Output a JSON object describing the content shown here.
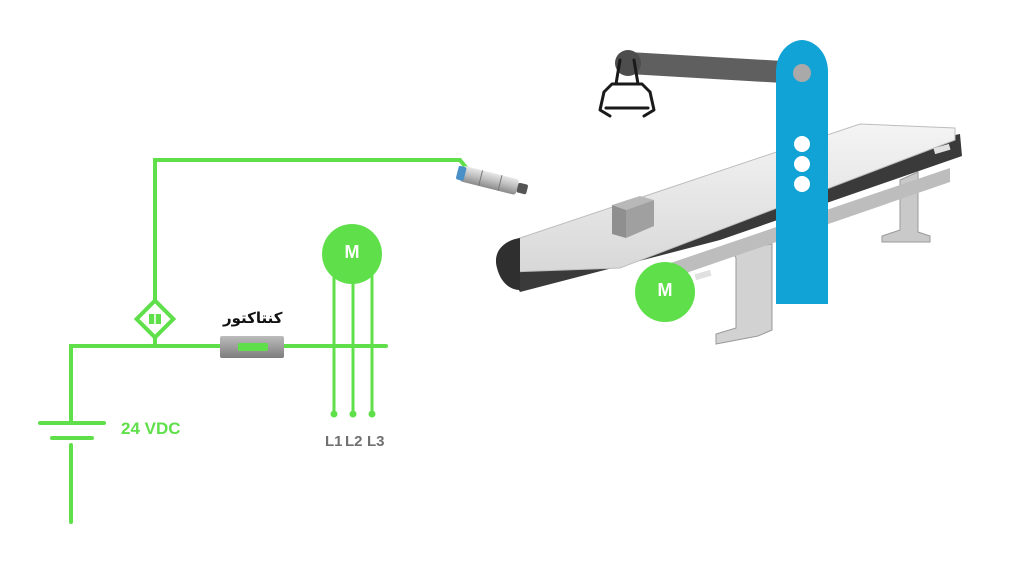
{
  "power_supply": {
    "voltage_label": "24 VDC"
  },
  "contactor": {
    "label": "کنتاکتور"
  },
  "phases": [
    "L1",
    "L2",
    "L3"
  ],
  "motor_label": "M",
  "conveyor_motor_label": "M",
  "colors": {
    "wire_green": "#5fe04a",
    "robot_blue": "#12a3d6",
    "arm_gray": "#5f5f5f",
    "contactor_gray": "#9c9c9c",
    "phase_label_gray": "#707070"
  },
  "icons": [
    "gripper-icon",
    "proximity-sensor-icon",
    "box-icon",
    "motor-icon",
    "sensor-relay-icon"
  ]
}
